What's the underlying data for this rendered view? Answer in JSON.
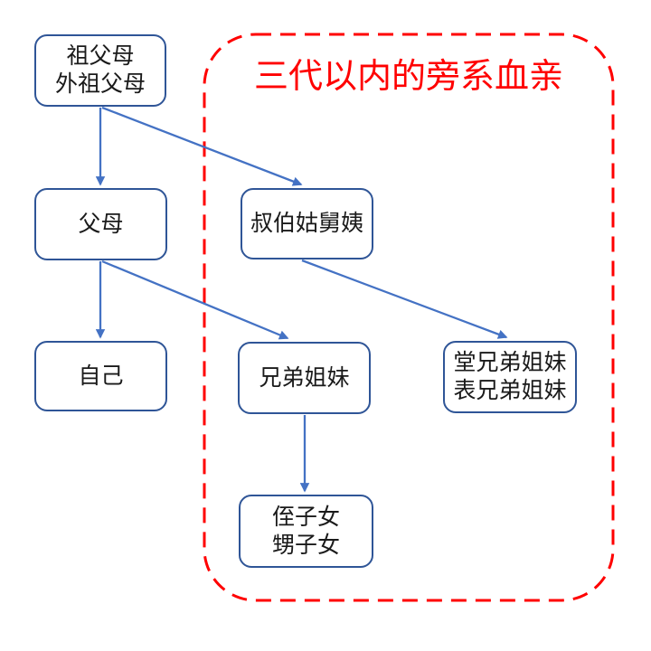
{
  "region": {
    "label": "三代以内的旁系血亲"
  },
  "nodes": {
    "grandparents": {
      "label": "祖父母\n外祖父母"
    },
    "parents": {
      "label": "父母"
    },
    "uncles_aunts": {
      "label": "叔伯姑舅姨"
    },
    "self": {
      "label": "自己"
    },
    "siblings": {
      "label": "兄弟姐妹"
    },
    "cousins": {
      "label": "堂兄弟姐妹\n表兄弟姐妹"
    },
    "nephews_nieces": {
      "label": "侄子女\n甥子女"
    }
  },
  "edges": [
    {
      "from": "grandparents",
      "to": "parents"
    },
    {
      "from": "grandparents",
      "to": "uncles_aunts"
    },
    {
      "from": "parents",
      "to": "self"
    },
    {
      "from": "parents",
      "to": "siblings"
    },
    {
      "from": "uncles_aunts",
      "to": "cousins"
    },
    {
      "from": "siblings",
      "to": "nephews_nieces"
    }
  ],
  "colors": {
    "box_border": "#2F5597",
    "edge": "#4472C4",
    "region": "#FF0000",
    "text": "#1A1A1A",
    "background": "#FFFFFF"
  }
}
